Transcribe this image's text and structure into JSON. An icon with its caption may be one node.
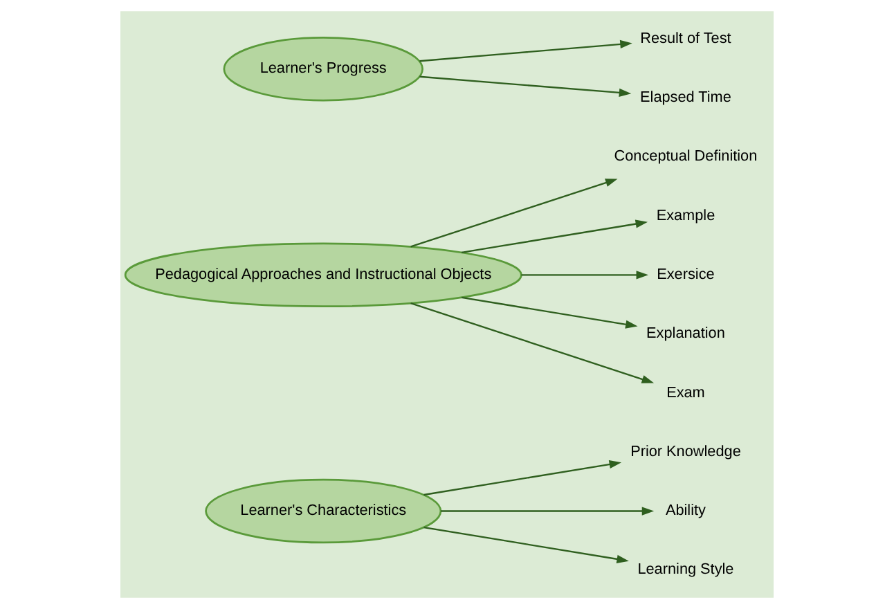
{
  "diagram": {
    "nodes": [
      {
        "text": [
          "Learner's Characteristics"
        ]
      },
      {
        "text": [
          "Prior Knowledge"
        ]
      },
      {
        "text": [
          "Ability"
        ]
      },
      {
        "text": [
          "Learning Style"
        ]
      },
      {
        "text": [
          "Pedagogical Approaches and Instructional Objects"
        ]
      },
      {
        "text": [
          "Conceptual Definition"
        ]
      },
      {
        "text": [
          "Example"
        ]
      },
      {
        "text": [
          "Exersice"
        ]
      },
      {
        "text": [
          "Explanation"
        ]
      },
      {
        "text": [
          "Exam"
        ]
      },
      {
        "text": [
          "Learner's Progress"
        ]
      },
      {
        "text": [
          "Result of Test"
        ]
      },
      {
        "text": [
          "Elapsed Time"
        ]
      }
    ],
    "edges": [
      {
        "from": 0,
        "to": 1,
        "arrow": "to"
      },
      {
        "from": 0,
        "to": 2,
        "arrow": "to"
      },
      {
        "from": 0,
        "to": 3,
        "arrow": "to"
      },
      {
        "from": 4,
        "to": 5,
        "arrow": "to"
      },
      {
        "from": 4,
        "to": 6,
        "arrow": "to"
      },
      {
        "from": 4,
        "to": 7,
        "arrow": "to"
      },
      {
        "from": 4,
        "to": 8,
        "arrow": "to"
      },
      {
        "from": 4,
        "to": 9,
        "arrow": "to"
      },
      {
        "from": 10,
        "to": 11,
        "arrow": "to"
      },
      {
        "from": 10,
        "to": 12,
        "arrow": "to"
      }
    ]
  }
}
